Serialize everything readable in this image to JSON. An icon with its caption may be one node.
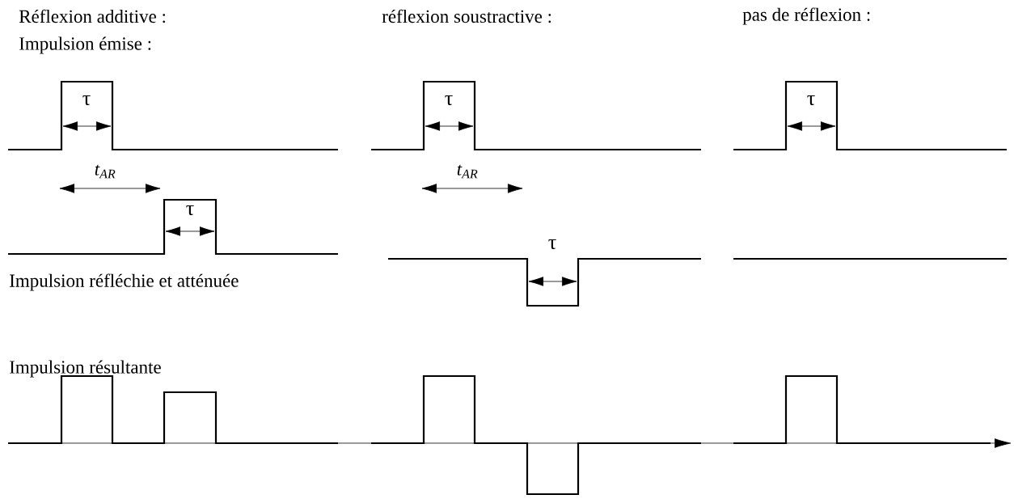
{
  "diagram": {
    "labels": [
      "Réflexion additive :",
      "réflexion soustractive :",
      "pas de réflexion :",
      "Impulsion émise :",
      "τ",
      "τ",
      "τ",
      "t$_{AR}$",
      "t$_{AR}$",
      "τ",
      "τ",
      "Impulsion réfléchie et atténuée",
      "Impulsion résultante"
    ]
  }
}
